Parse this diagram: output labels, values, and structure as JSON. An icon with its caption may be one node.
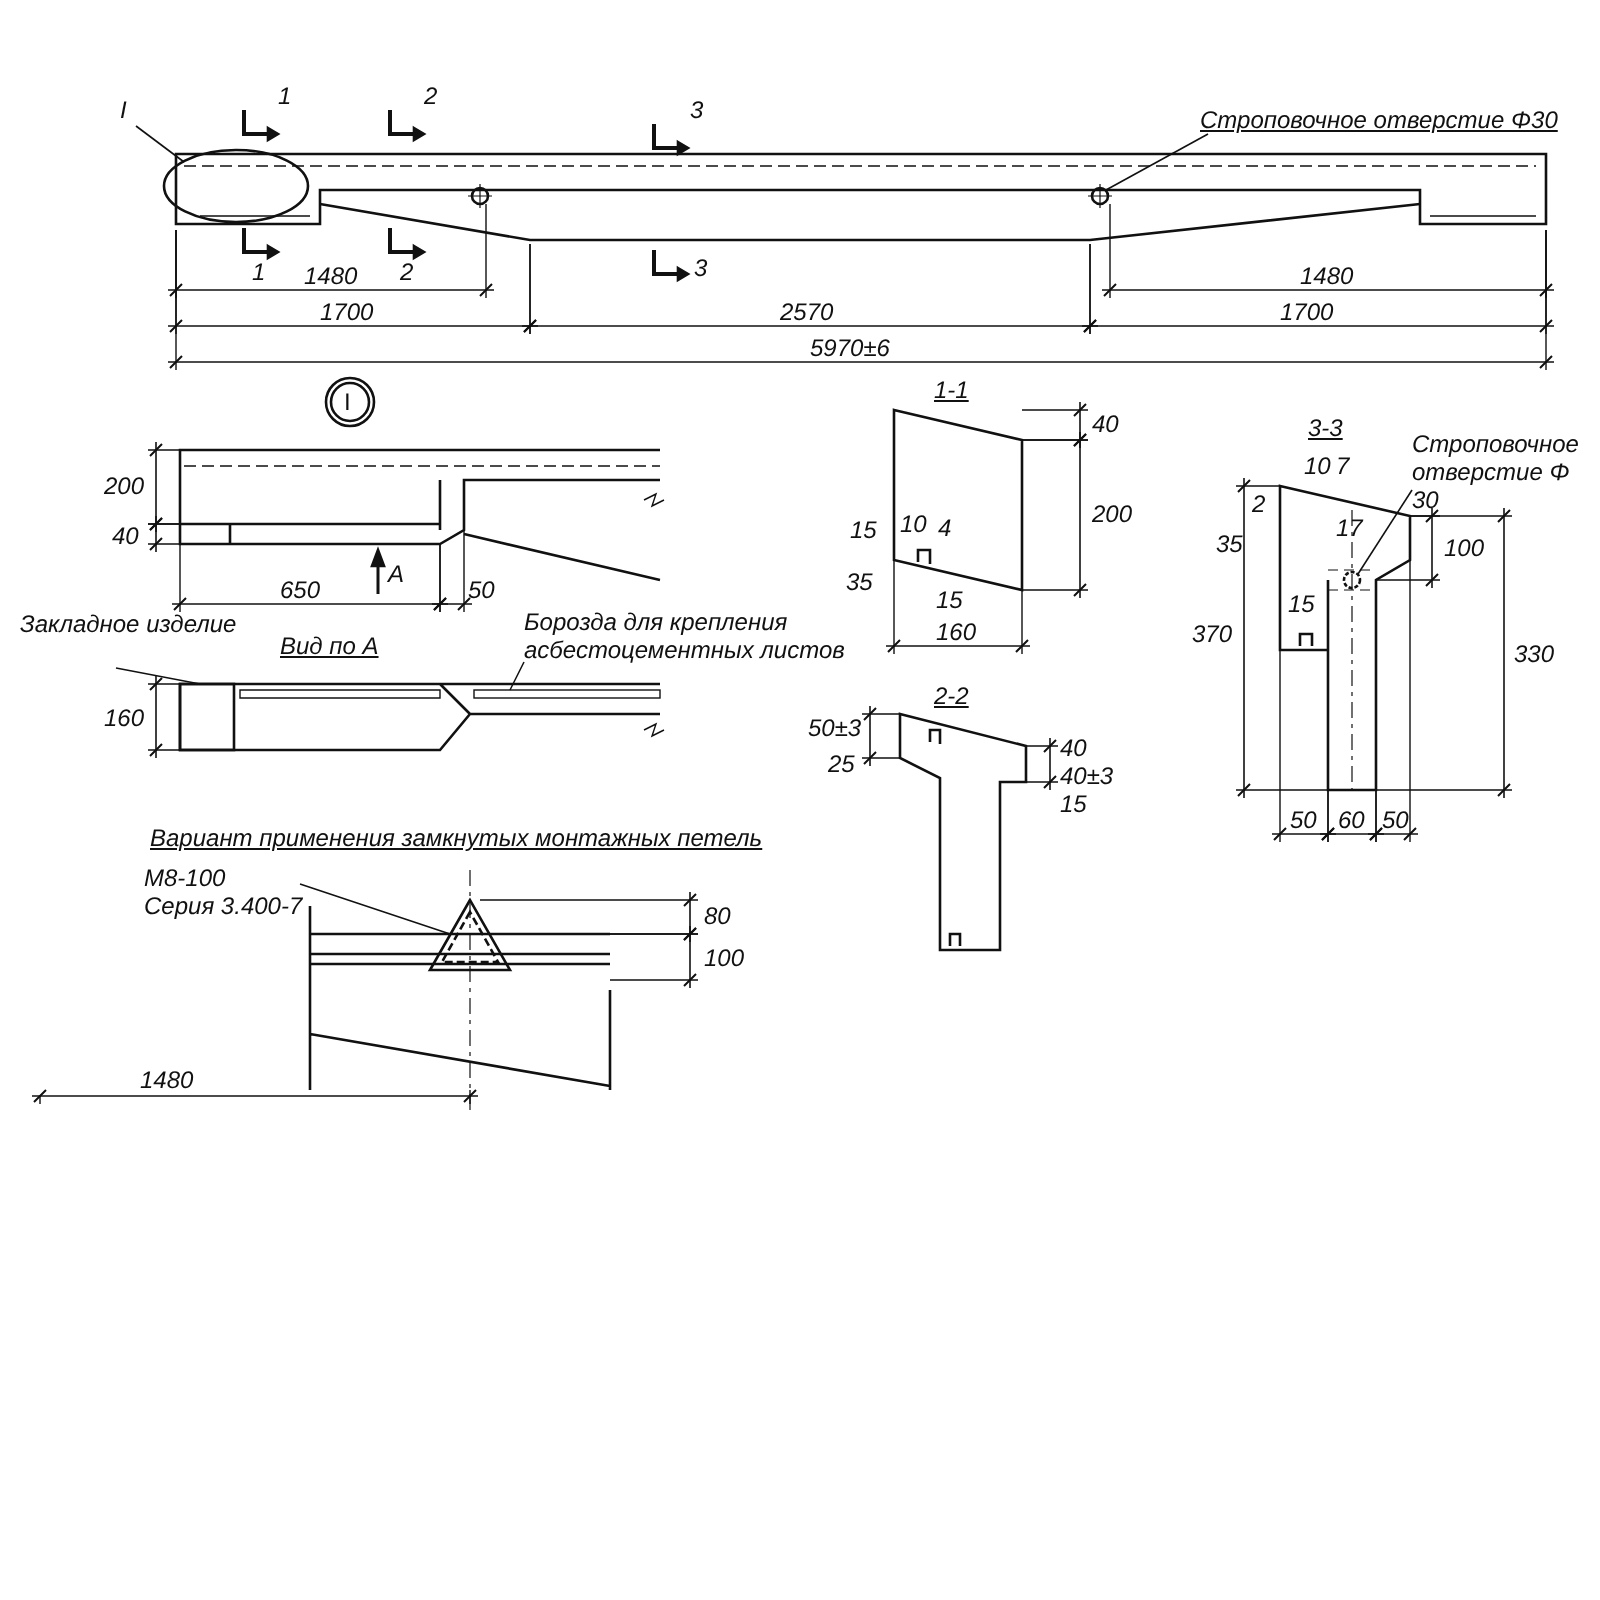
{
  "diagram": {
    "nodes": [
      {
        "text": [
          "I"
        ]
      },
      {
        "text": [],
        "shape": "circle"
      },
      {
        "text": [
          "Строповочное отверстие Φ30"
        ]
      },
      {
        "text": [],
        "shape": "circle"
      },
      {
        "text": [
          "Закладное изделие"
        ]
      },
      {
        "text": [],
        "shape": "box"
      },
      {
        "text": [
          "Борозда для крепления асбестоцементных листов"
        ]
      },
      {
        "text": [],
        "shape": "bar"
      },
      {
        "text": [
          "Строповочное отверстие Φ 30"
        ]
      },
      {
        "text": [],
        "shape": "circle"
      },
      {
        "text": [
          "М8-100",
          "Серия 3.400-7"
        ]
      },
      {
        "text": [],
        "shape": "triangle"
      }
    ],
    "edges": [
      {
        "from": 0,
        "to": 1,
        "arrow": "none"
      },
      {
        "from": 2,
        "to": 3,
        "arrow": "none"
      },
      {
        "from": 4,
        "to": 5,
        "arrow": "none"
      },
      {
        "from": 6,
        "to": 7,
        "arrow": "none"
      },
      {
        "from": 8,
        "to": 9,
        "arrow": "none"
      },
      {
        "from": 10,
        "to": 11,
        "arrow": "none"
      }
    ],
    "labels": [
      "1",
      "2",
      "3",
      "1",
      "1480",
      "2",
      "1480",
      "3",
      "1700",
      "2570",
      "1700",
      "5970±6",
      "I",
      "200",
      "40",
      "650",
      "А",
      "50",
      "Вид по А",
      "160",
      "1-1",
      "40",
      "200",
      "15",
      "10",
      "4",
      "35",
      "15",
      "160",
      "2-2",
      "25",
      "50±3",
      "40",
      "40±3",
      "15",
      "3-3",
      "10",
      "7",
      "2",
      "17",
      "35",
      "15",
      "100",
      "370",
      "330",
      "50",
      "60",
      "50",
      "Вариант применения замкнутых монтажных петель",
      "80",
      "100",
      "1480"
    ]
  }
}
